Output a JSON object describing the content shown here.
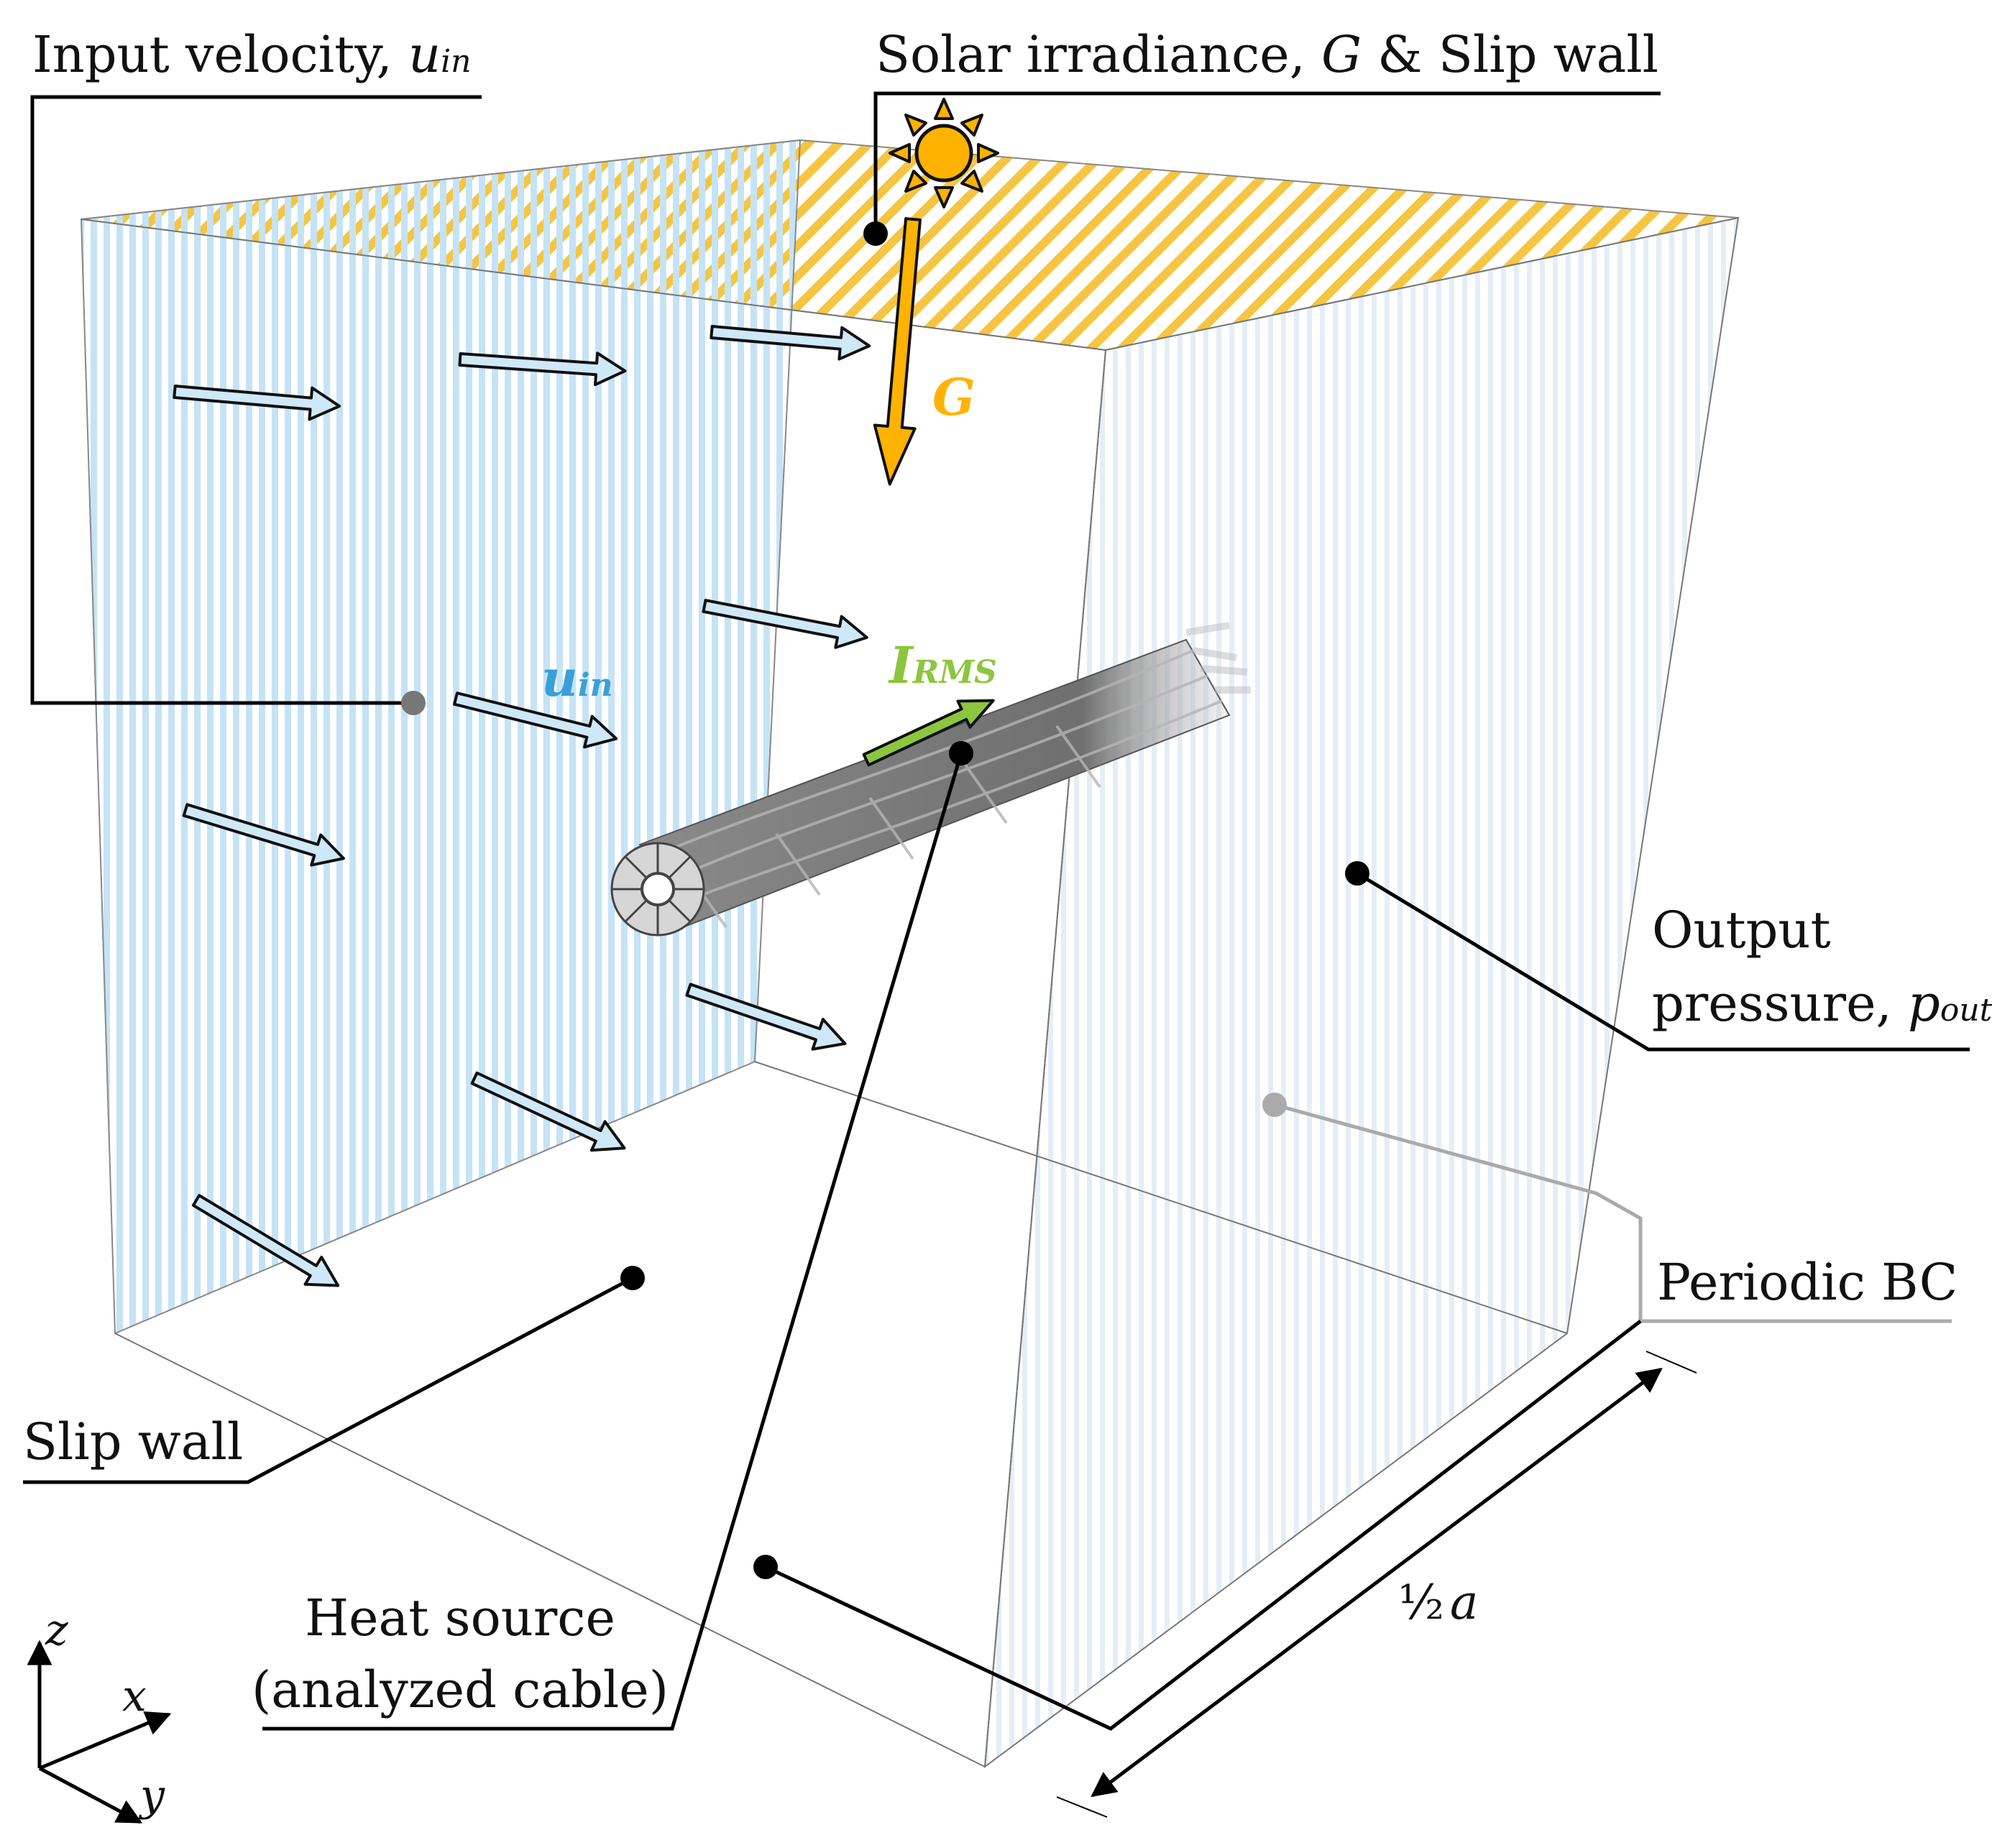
{
  "labels": {
    "input_velocity": {
      "text": "Input velocity, ",
      "symbol": "u",
      "subscript": "in"
    },
    "solar": {
      "text_a": "Solar irradiance, ",
      "symbol": "G",
      "text_b": " & Slip wall"
    },
    "output_pressure": {
      "line1": "Output",
      "line2": "pressure, ",
      "symbol": "p",
      "subscript": "out"
    },
    "periodic_bc": "Periodic BC",
    "slip_wall": "Slip wall",
    "heat_source": {
      "line1": "Heat source",
      "line2": "(analyzed cable)"
    },
    "dimension": {
      "fraction": "½",
      "symbol": "a"
    }
  },
  "annotations": {
    "g_arrow": "G",
    "u_in": {
      "symbol": "u",
      "subscript": "in"
    },
    "i_rms": {
      "symbol": "I",
      "subscript": "RMS"
    }
  },
  "axes": {
    "z": "z",
    "x": "x",
    "y": "y"
  },
  "colors": {
    "sun": "#ffb300",
    "sun_outline": "#111111",
    "g_arrow": "#ffb300",
    "flow_arrow_fill": "#cfe8f7",
    "u_in_text": "#3aa0d8",
    "i_rms": "#8cc63f",
    "inlet_stripes": "#bfe0f3",
    "top_stripes": "#f5c542",
    "leader": "#000000"
  }
}
